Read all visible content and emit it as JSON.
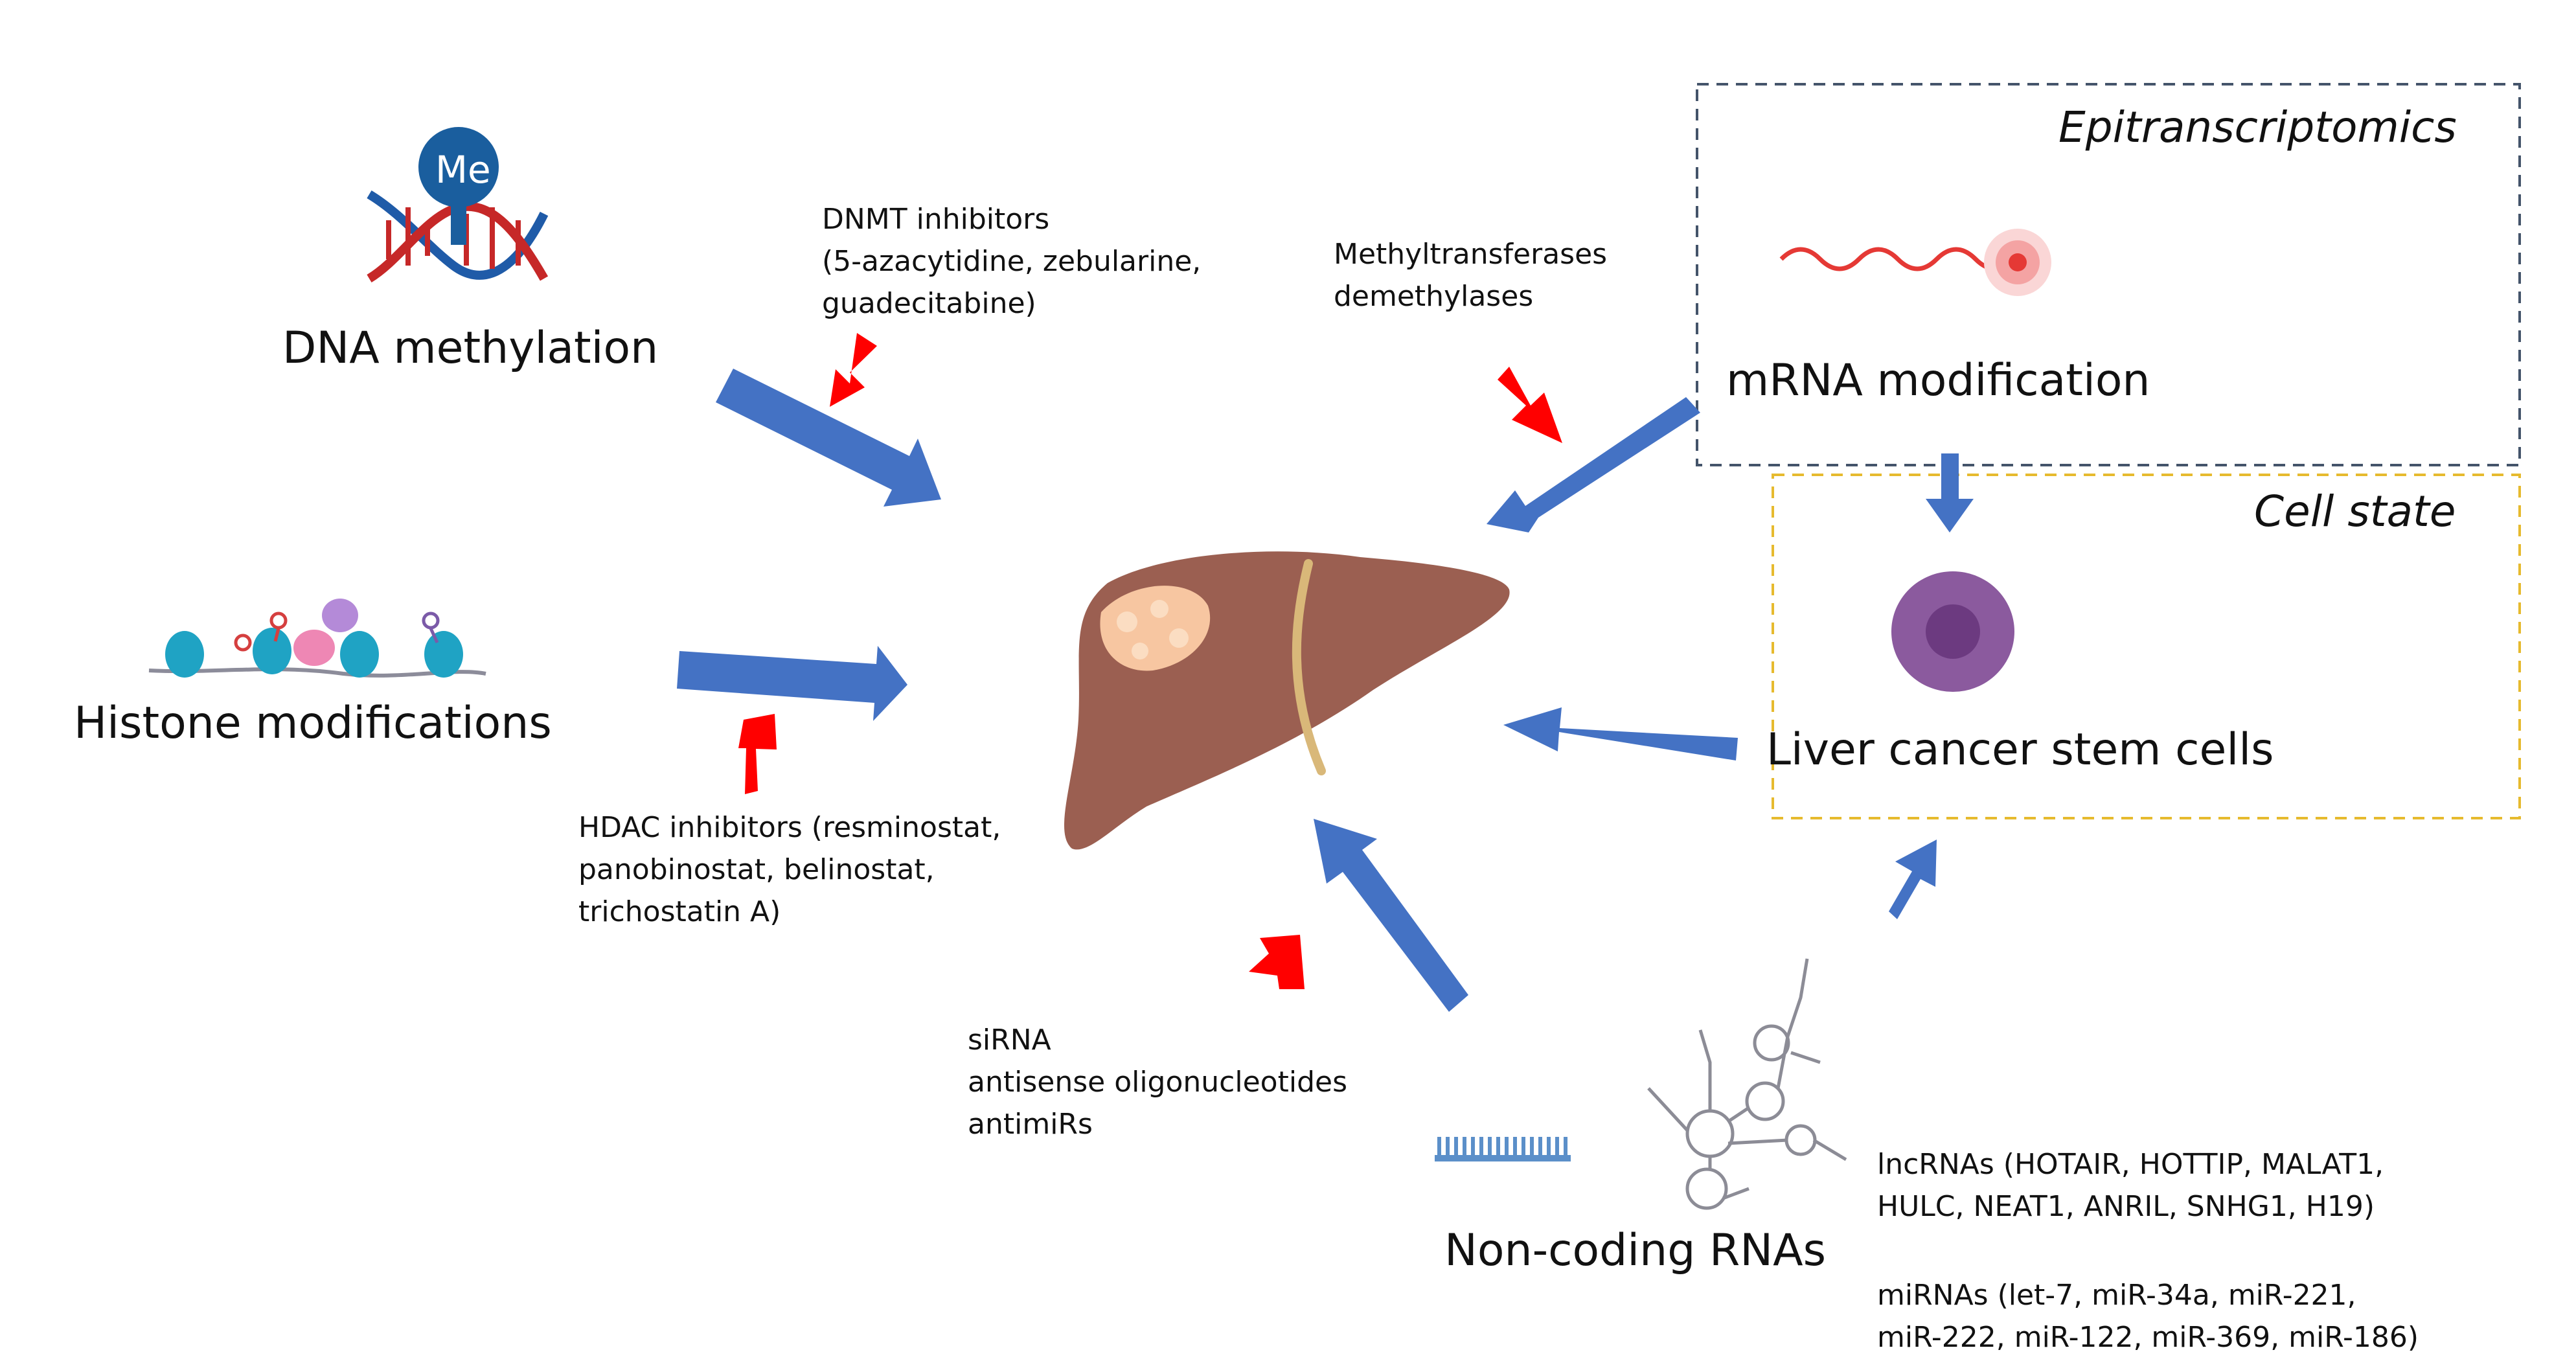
{
  "colors": {
    "blue_arrow": "#4472C4",
    "red_arrow": "#FF0000",
    "epi_box_border": "#44546A",
    "cell_box_border": "#E6BA2E",
    "liver": "#9B5F51",
    "tumor": "#F7C6A1",
    "stem_cell": "#8B5A9E",
    "stem_nucleus": "#6C3A80",
    "mrna": "#E53935",
    "dna_strand_red": "#C62828",
    "dna_strand_blue": "#1F5BA8",
    "methyl_ball": "#1A5E9E",
    "histone": "#1FA3C4"
  },
  "icons": {
    "liver": "liver-with-tumor-icon",
    "dna": "methylated-dna-icon",
    "histone": "nucleosome-chain-icon",
    "mrna": "modified-mrna-icon",
    "cell": "stem-cell-icon",
    "sirna": "sirna-duplex-icon",
    "lncrna": "lncrna-structure-icon"
  },
  "dna_methylation": {
    "title": "DNA methylation",
    "methyl_badge": "Me"
  },
  "dnmt_inhibitors": {
    "lines": [
      "DNMT inhibitors",
      "(5-azacytidine, zebularine,",
      "guadecitabine)"
    ]
  },
  "histone": {
    "title": "Histone modifications"
  },
  "hdac_inhibitors": {
    "lines": [
      "HDAC inhibitors (resminostat,",
      "panobinostat, belinostat,",
      "trichostatin A)"
    ]
  },
  "methyltransferases": {
    "lines": [
      "Methyltransferases",
      "demethylases"
    ]
  },
  "epitranscriptomics": {
    "heading": "Epitranscriptomics",
    "label": "mRNA modification"
  },
  "cell_state": {
    "heading": "Cell state",
    "label": "Liver cancer stem cells"
  },
  "rna_therapeutics": {
    "lines": [
      "siRNA",
      "antisense oligonucleotides",
      "antimiRs"
    ]
  },
  "non_coding": {
    "title": "Non-coding RNAs"
  },
  "lncrnas": {
    "lines": [
      "lncRNAs (HOTAIR, HOTTIP, MALAT1,",
      "HULC, NEAT1, ANRIL, SNHG1,  H19)"
    ]
  },
  "mirnas": {
    "lines": [
      "miRNAs (let-7, miR-34a, miR-221,",
      "miR-222, miR-122, miR-369, miR-186)"
    ]
  }
}
